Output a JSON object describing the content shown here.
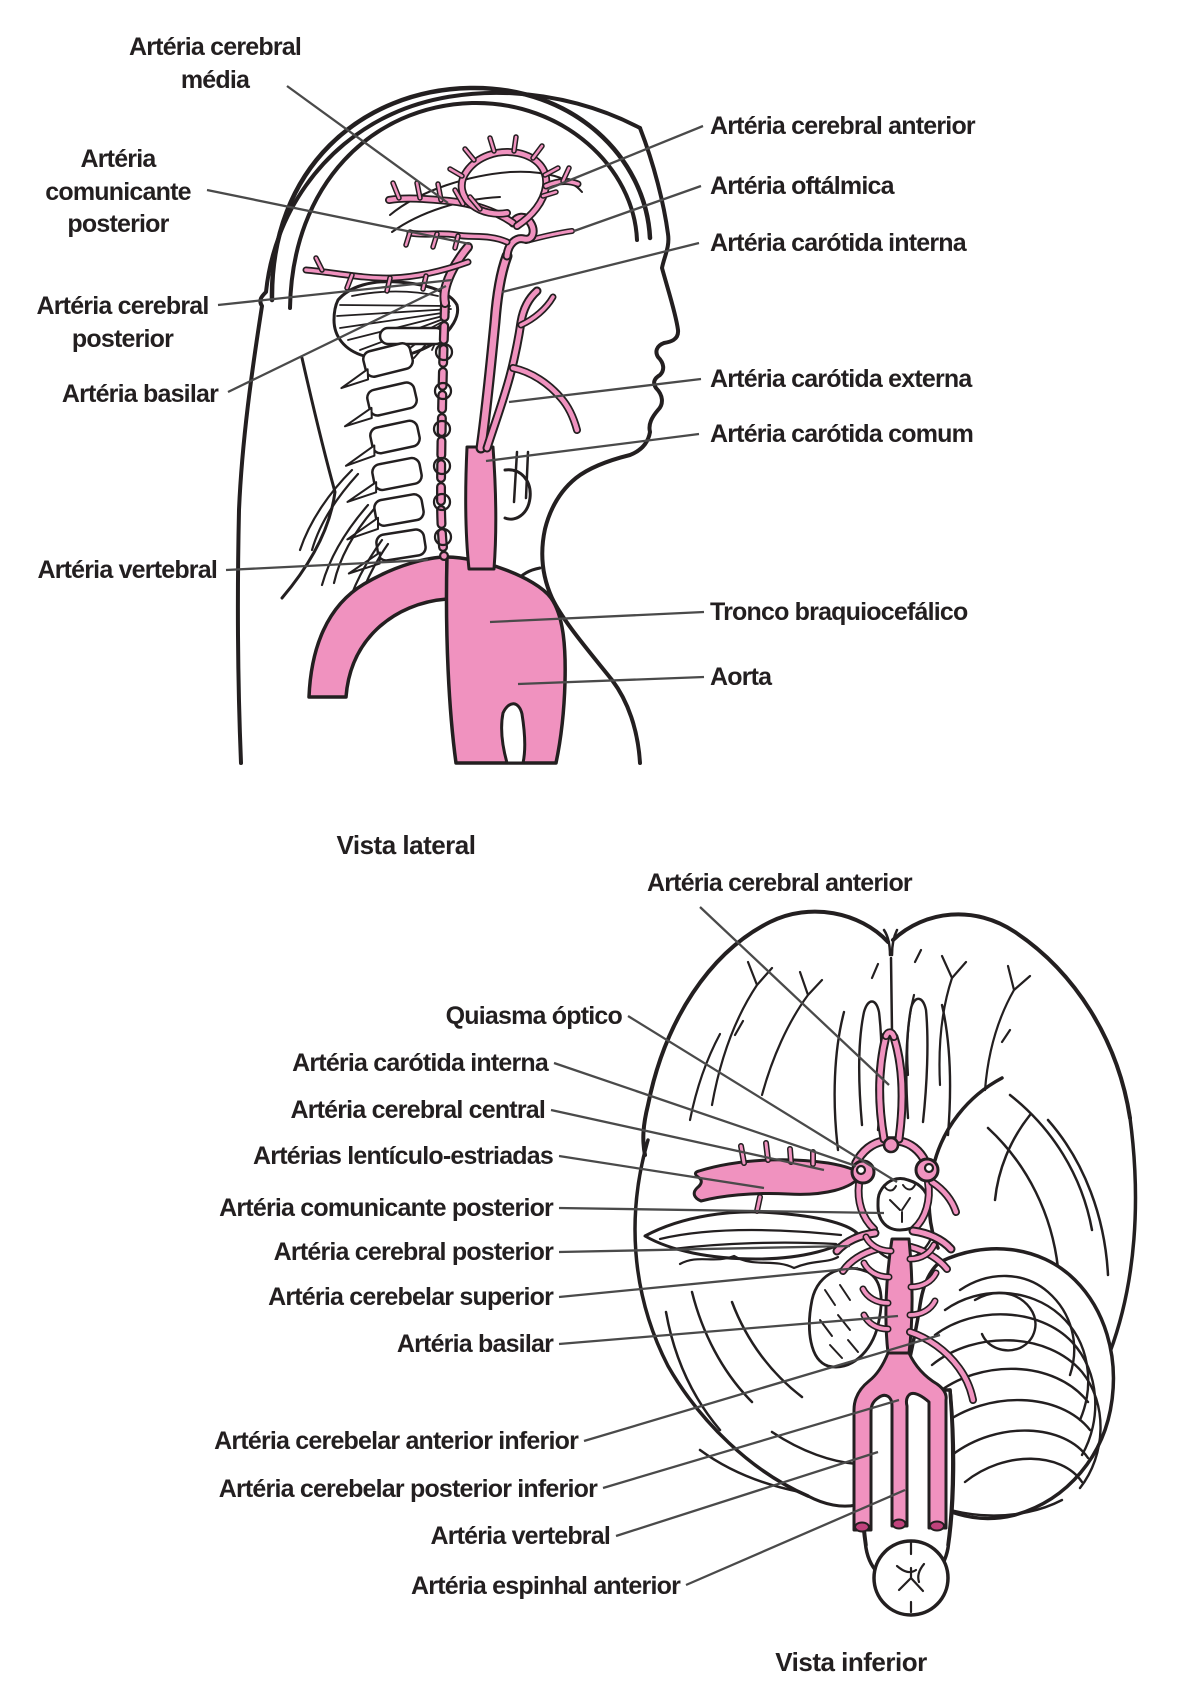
{
  "colors": {
    "background": "#ffffff",
    "artery_pink": "#f092bf",
    "artery_dark_tip": "#c0427c",
    "outline_black": "#231f20",
    "leader_gray": "#4a4a4a",
    "label_text": "#231f20"
  },
  "lateral_view": {
    "caption": "Vista lateral",
    "labels": {
      "cerebral_media": "Artéria cerebral\nmédia",
      "comunicante_posterior": "Artéria\ncomunicante\nposterior",
      "cerebral_posterior": "Artéria cerebral\nposterior",
      "basilar": "Artéria basilar",
      "vertebral": "Artéria vertebral",
      "cerebral_anterior": "Artéria cerebral anterior",
      "oftalmica": "Artéria oftálmica",
      "carotida_interna": "Artéria carótida interna",
      "carotida_externa": "Artéria carótida externa",
      "carotida_comum": "Artéria carótida comum",
      "tronco_braquiocefalico": "Tronco braquiocefálico",
      "aorta": "Aorta"
    }
  },
  "inferior_view": {
    "caption": "Vista inferior",
    "labels": {
      "cerebral_anterior": "Artéria cerebral anterior",
      "quiasma_optico": "Quiasma óptico",
      "carotida_interna": "Artéria carótida interna",
      "cerebral_central": "Artéria cerebral central",
      "lenticulo_estriadas": "Artérias lentículo-estriadas",
      "comunicante_posterior": "Artéria comunicante posterior",
      "cerebral_posterior": "Artéria cerebral posterior",
      "cerebelar_superior": "Artéria cerebelar superior",
      "basilar": "Artéria basilar",
      "cerebelar_anterior_inferior": "Artéria cerebelar anterior inferior",
      "cerebelar_posterior_inferior": "Artéria cerebelar posterior inferior",
      "vertebral": "Artéria vertebral",
      "espinhal_anterior": "Artéria espinhal anterior"
    }
  }
}
